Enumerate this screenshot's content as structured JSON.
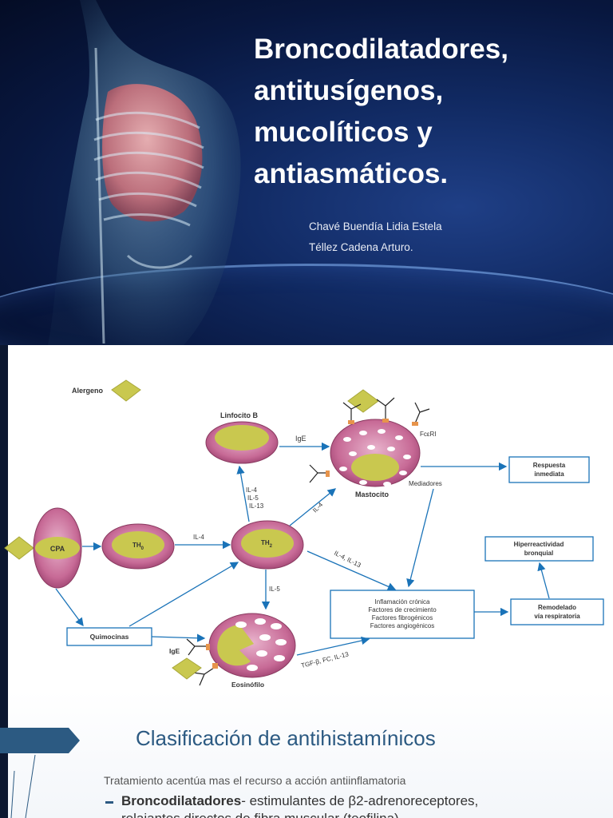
{
  "slide1": {
    "title_lines": [
      "Broncodilatadores,",
      "antitusígenos,",
      "mucolíticos y",
      "antiasmáticos."
    ],
    "authors": [
      "Chavé Buendía Lidia Estela",
      "Téllez Cadena Arturo."
    ]
  },
  "diagram": {
    "allergen": "Alergeno",
    "lymphocyte_b": "Linfocito B",
    "ige_top": "IgE",
    "fceri": "FcεRI",
    "mediators": "Mediadores",
    "mast_cell": "Mastocito",
    "immediate_response": [
      "Respuesta",
      "inmediata"
    ],
    "il_list_left": [
      "IL-4",
      "IL-5",
      "IL-13"
    ],
    "il4_diag": "IL-4",
    "cpa": "CPA",
    "th0": "TH",
    "th0_sub": "0",
    "il4_mid": "IL-4",
    "th2": "TH",
    "th2_sub": "2",
    "il4_il13": "IL-4, IL-13",
    "il5": "IL-5",
    "hyperreactivity": [
      "Hiperreactividad",
      "bronquial"
    ],
    "inflammation": [
      "Inflamación crónica",
      "Factores de crecimiento",
      "Factores fibrogénicos",
      "Factores angiogénicos"
    ],
    "remodeling": [
      "Remodelado",
      "vía respiratoria"
    ],
    "chemokines": "Quimocinas",
    "ige_bottom": "IgE",
    "tgf": "TGF-β, FC, IL-13",
    "eosinophil": "Eosinófilo"
  },
  "slide3": {
    "title": "Clasificación de antihistamínicos",
    "subtitle": "Tratamiento acentúa mas el recurso a acción antiinflamatoria",
    "bullet_bold": "Broncodilatadores",
    "bullet_rest": "- estimulantes de β2-adrenoreceptores,",
    "bullet_line2": "relajantes directos de fibra muscular (teofilina)"
  },
  "colors": {
    "accent": "#1a73b8",
    "cell_pink": "#c76a96",
    "cell_yellow": "#c9c84f",
    "navy": "#0c1730"
  }
}
